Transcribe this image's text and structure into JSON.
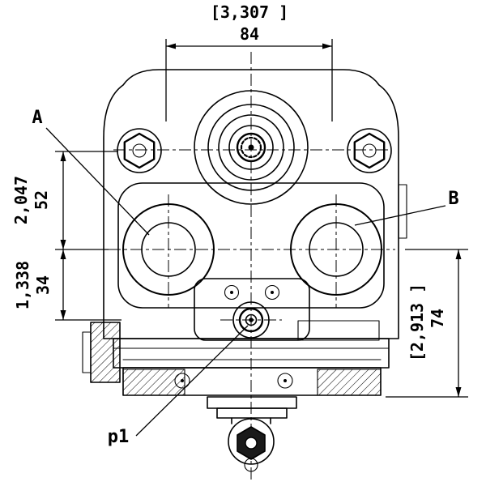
{
  "dimensions": {
    "top": {
      "ref": "[3,307 ]",
      "mm": "84"
    },
    "left_upper": {
      "ref": "2,047",
      "mm": "52"
    },
    "left_lower": {
      "ref": "1,338",
      "mm": "34"
    },
    "right": {
      "ref": "[2,913 ]",
      "mm": "74"
    }
  },
  "labels": {
    "port_a": "A",
    "port_b": "B",
    "gauge_port": "p1"
  },
  "colors": {
    "line": "#000000",
    "background": "#ffffff",
    "nut_fill": "#1a1a1a"
  }
}
